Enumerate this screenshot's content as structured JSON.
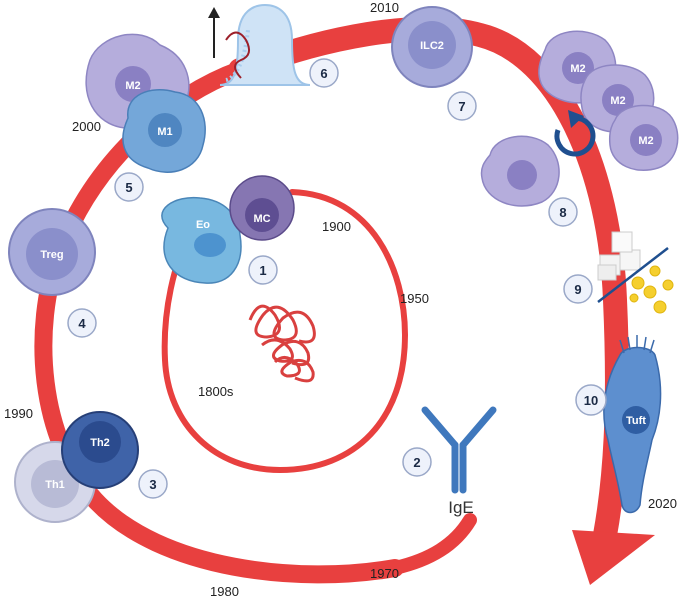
{
  "years": {
    "y1800s": "1800s",
    "y1900": "1900",
    "y1950": "1950",
    "y1970": "1970",
    "y1980": "1980",
    "y1990": "1990",
    "y2000": "2000",
    "y2010": "2010",
    "y2020": "2020"
  },
  "cells": {
    "eo": "Eo",
    "mc": "MC",
    "treg": "Treg",
    "th1": "Th1",
    "th2": "Th2",
    "m1": "M1",
    "m2_left": "M2",
    "ilc2": "ILC2",
    "m2_a": "M2",
    "m2_b": "M2",
    "m2_c": "M2",
    "tuft": "Tuft"
  },
  "molecule": "IgE",
  "markers": [
    "1",
    "2",
    "3",
    "4",
    "5",
    "6",
    "7",
    "8",
    "9",
    "10"
  ],
  "colors": {
    "spiral": "#e8403f",
    "marker_fill": "#eef2fb",
    "marker_stroke": "#9aa8c8"
  }
}
